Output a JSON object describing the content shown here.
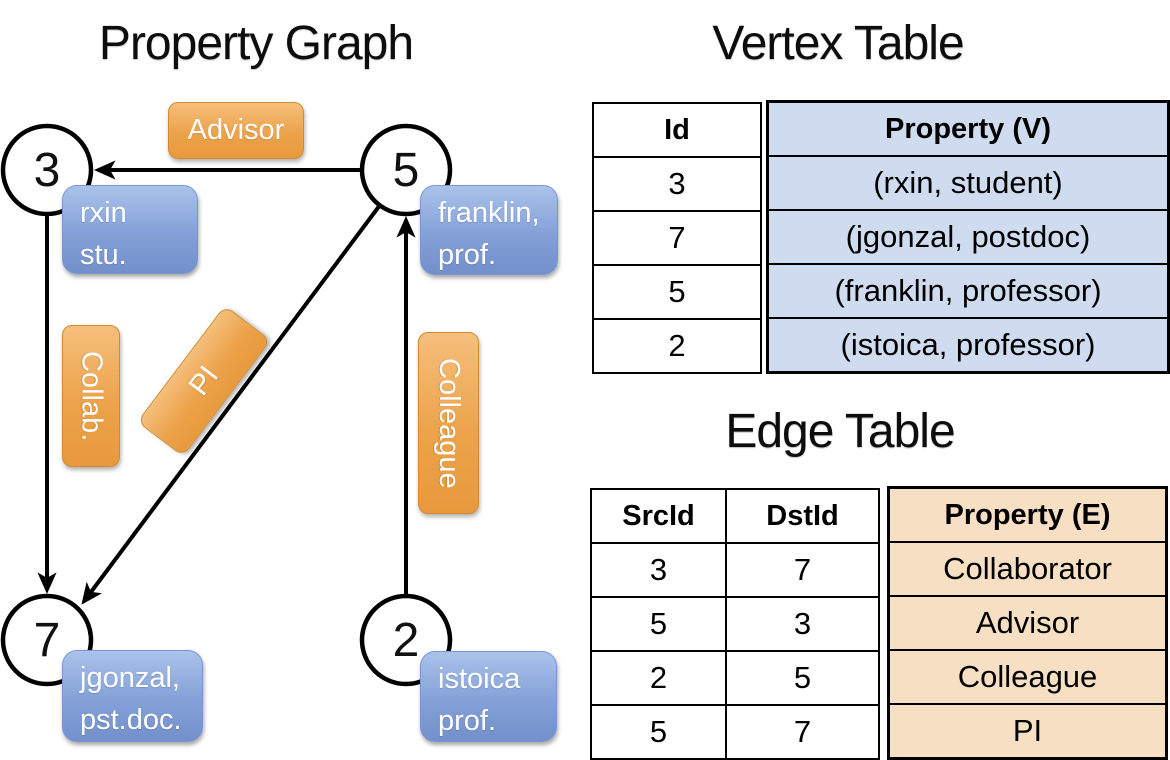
{
  "graph": {
    "title": "Property Graph",
    "nodes": {
      "n3": {
        "id": "3",
        "prop_line1": "rxin",
        "prop_line2": "stu."
      },
      "n5": {
        "id": "5",
        "prop_line1": "franklin,",
        "prop_line2": "prof."
      },
      "n7": {
        "id": "7",
        "prop_line1": "jgonzal,",
        "prop_line2": "pst.doc."
      },
      "n2": {
        "id": "2",
        "prop_line1": "istoica",
        "prop_line2": "prof."
      }
    },
    "edge_labels": {
      "advisor": "Advisor",
      "collab": "Collab.",
      "pi": "PI",
      "colleague": "Colleague"
    }
  },
  "vertex_table": {
    "title": "Vertex Table",
    "columns": {
      "id": "Id",
      "property": "Property (V)"
    },
    "rows": [
      {
        "id": "3",
        "property": "(rxin, student)"
      },
      {
        "id": "7",
        "property": "(jgonzal, postdoc)"
      },
      {
        "id": "5",
        "property": "(franklin, professor)"
      },
      {
        "id": "2",
        "property": "(istoica, professor)"
      }
    ]
  },
  "edge_table": {
    "title": "Edge Table",
    "columns": {
      "src": "SrcId",
      "dst": "DstId",
      "property": "Property (E)"
    },
    "rows": [
      {
        "src": "3",
        "dst": "7",
        "property": "Collaborator"
      },
      {
        "src": "5",
        "dst": "3",
        "property": "Advisor"
      },
      {
        "src": "2",
        "dst": "5",
        "property": "Colleague"
      },
      {
        "src": "5",
        "dst": "7",
        "property": "PI"
      }
    ]
  },
  "colors": {
    "edge_label_orange": "#eca34b",
    "vertex_label_blue": "#84a0d7",
    "vertex_property_bg": "#cfdcf0",
    "edge_property_bg": "#f6dfc3",
    "line_black": "#000000"
  }
}
